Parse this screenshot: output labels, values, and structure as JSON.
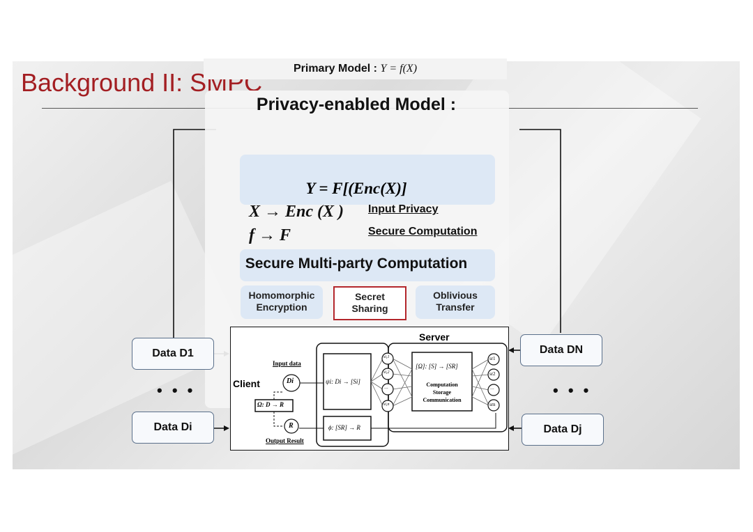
{
  "slide": {
    "title": "Background II: SMPC",
    "primary_model": "Primary Model :",
    "primary_formula": "Y = f(X)",
    "privacy_title": "Privacy-enabled Model :",
    "privacy_formula": "Y = F[(Enc(X)]",
    "mapping1": "X → Enc (X )",
    "mapping1_label": "Input Privacy",
    "mapping2": "f → F",
    "mapping2_label": "Secure Computation",
    "smpc_title": "Secure Multi-party Computation",
    "techniques": [
      {
        "line1": "Homomorphic",
        "line2": "Encryption"
      },
      {
        "line1": "Secret",
        "line2": "Sharing"
      },
      {
        "line1": "Oblivious",
        "line2": "Transfer"
      }
    ],
    "data_left": [
      "Data D1",
      "Data Di"
    ],
    "data_right": [
      "Data DN",
      "Data Dj"
    ],
    "dots": "• • •"
  },
  "diagram": {
    "server": "Server",
    "client": "Client",
    "input_data": "Input data",
    "di": "Di",
    "psi": "ψi: Di → [Si]",
    "omega_client": "Ω: D → R",
    "r": "R",
    "output_result": "Output Result",
    "phi": "ϕ: [SR] → R",
    "shares": [
      "si,1",
      "si,2",
      "...",
      "si,n"
    ],
    "omega_server": "[Ω]: [S] → [SR]",
    "computation": "Computation",
    "storage": "Storage",
    "communication": "Communication",
    "sr": [
      "sr1",
      "sr2",
      "...",
      "srn"
    ]
  },
  "colors": {
    "title": "#a31e22",
    "accent_box": "#b3262b",
    "block": "#dde8f5"
  }
}
